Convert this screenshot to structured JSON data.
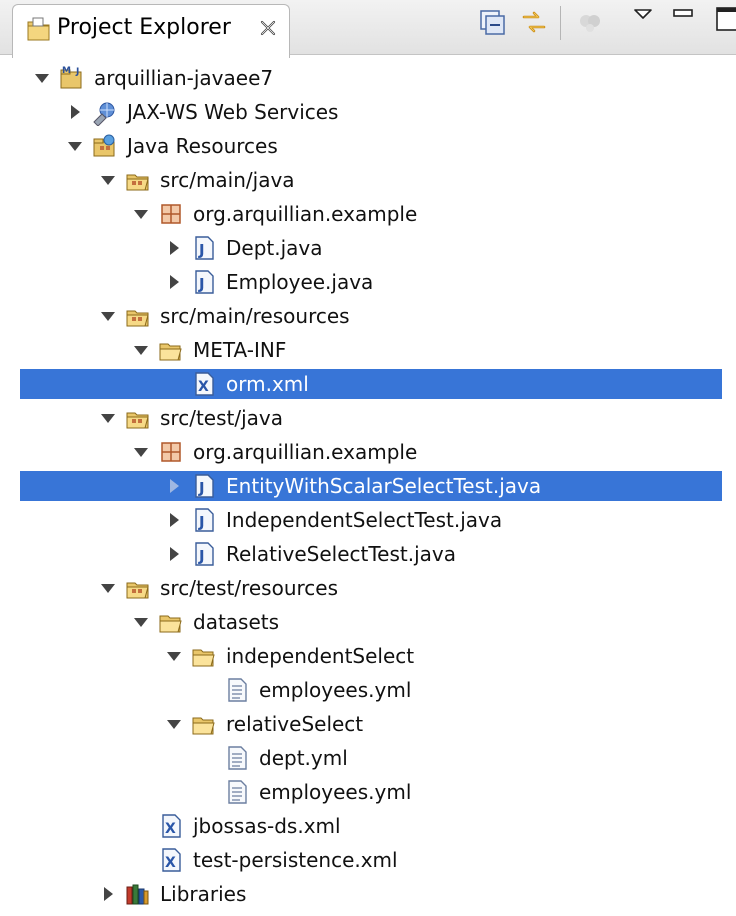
{
  "view": {
    "title": "Project Explorer",
    "icons": {
      "tab": "project-explorer-icon",
      "close": "close-icon",
      "collapse": "collapse-all-icon",
      "link": "link-with-editor-icon",
      "focus": "focus-on-task-icon",
      "menu": "view-menu-icon",
      "minimize": "minimize-icon",
      "maximize": "maximize-icon"
    }
  },
  "colors": {
    "selection": "#3875d7",
    "folder": "#e8c25a",
    "package": "#c4703e",
    "java_file": "#3a6db5"
  },
  "tree": [
    {
      "label": "arquillian-javaee7",
      "icon": "maven-project-icon",
      "depth": 0,
      "expanded": true
    },
    {
      "label": "JAX-WS Web Services",
      "icon": "web-services-icon",
      "depth": 1,
      "expanded": false
    },
    {
      "label": "Java Resources",
      "icon": "java-resources-icon",
      "depth": 1,
      "expanded": true
    },
    {
      "label": "src/main/java",
      "icon": "source-folder-icon",
      "depth": 2,
      "expanded": true
    },
    {
      "label": "org.arquillian.example",
      "icon": "package-icon",
      "depth": 3,
      "expanded": true
    },
    {
      "label": "Dept.java",
      "icon": "java-file-icon",
      "depth": 4,
      "expanded": false
    },
    {
      "label": "Employee.java",
      "icon": "java-file-icon",
      "depth": 4,
      "expanded": false
    },
    {
      "label": "src/main/resources",
      "icon": "source-folder-icon",
      "depth": 2,
      "expanded": true
    },
    {
      "label": "META-INF",
      "icon": "folder-open-icon",
      "depth": 3,
      "expanded": true
    },
    {
      "label": "orm.xml",
      "icon": "xml-file-icon",
      "depth": 4,
      "selected": true
    },
    {
      "label": "src/test/java",
      "icon": "source-folder-icon",
      "depth": 2,
      "expanded": true
    },
    {
      "label": "org.arquillian.example",
      "icon": "package-icon",
      "depth": 3,
      "expanded": true
    },
    {
      "label": "EntityWithScalarSelectTest.java",
      "icon": "java-file-icon",
      "depth": 4,
      "expanded": false,
      "selected": true
    },
    {
      "label": "IndependentSelectTest.java",
      "icon": "java-file-icon",
      "depth": 4,
      "expanded": false
    },
    {
      "label": "RelativeSelectTest.java",
      "icon": "java-file-icon",
      "depth": 4,
      "expanded": false
    },
    {
      "label": "src/test/resources",
      "icon": "source-folder-icon",
      "depth": 2,
      "expanded": true
    },
    {
      "label": "datasets",
      "icon": "folder-open-icon",
      "depth": 3,
      "expanded": true
    },
    {
      "label": "independentSelect",
      "icon": "folder-open-icon",
      "depth": 4,
      "expanded": true
    },
    {
      "label": "employees.yml",
      "icon": "text-file-icon",
      "depth": 5
    },
    {
      "label": "relativeSelect",
      "icon": "folder-open-icon",
      "depth": 4,
      "expanded": true
    },
    {
      "label": "dept.yml",
      "icon": "text-file-icon",
      "depth": 5
    },
    {
      "label": "employees.yml",
      "icon": "text-file-icon",
      "depth": 5
    },
    {
      "label": "jbossas-ds.xml",
      "icon": "xml-file-icon",
      "depth": 3
    },
    {
      "label": "test-persistence.xml",
      "icon": "xml-file-icon",
      "depth": 3
    },
    {
      "label": "Libraries",
      "icon": "libraries-icon",
      "depth": 2,
      "expanded": false
    }
  ]
}
